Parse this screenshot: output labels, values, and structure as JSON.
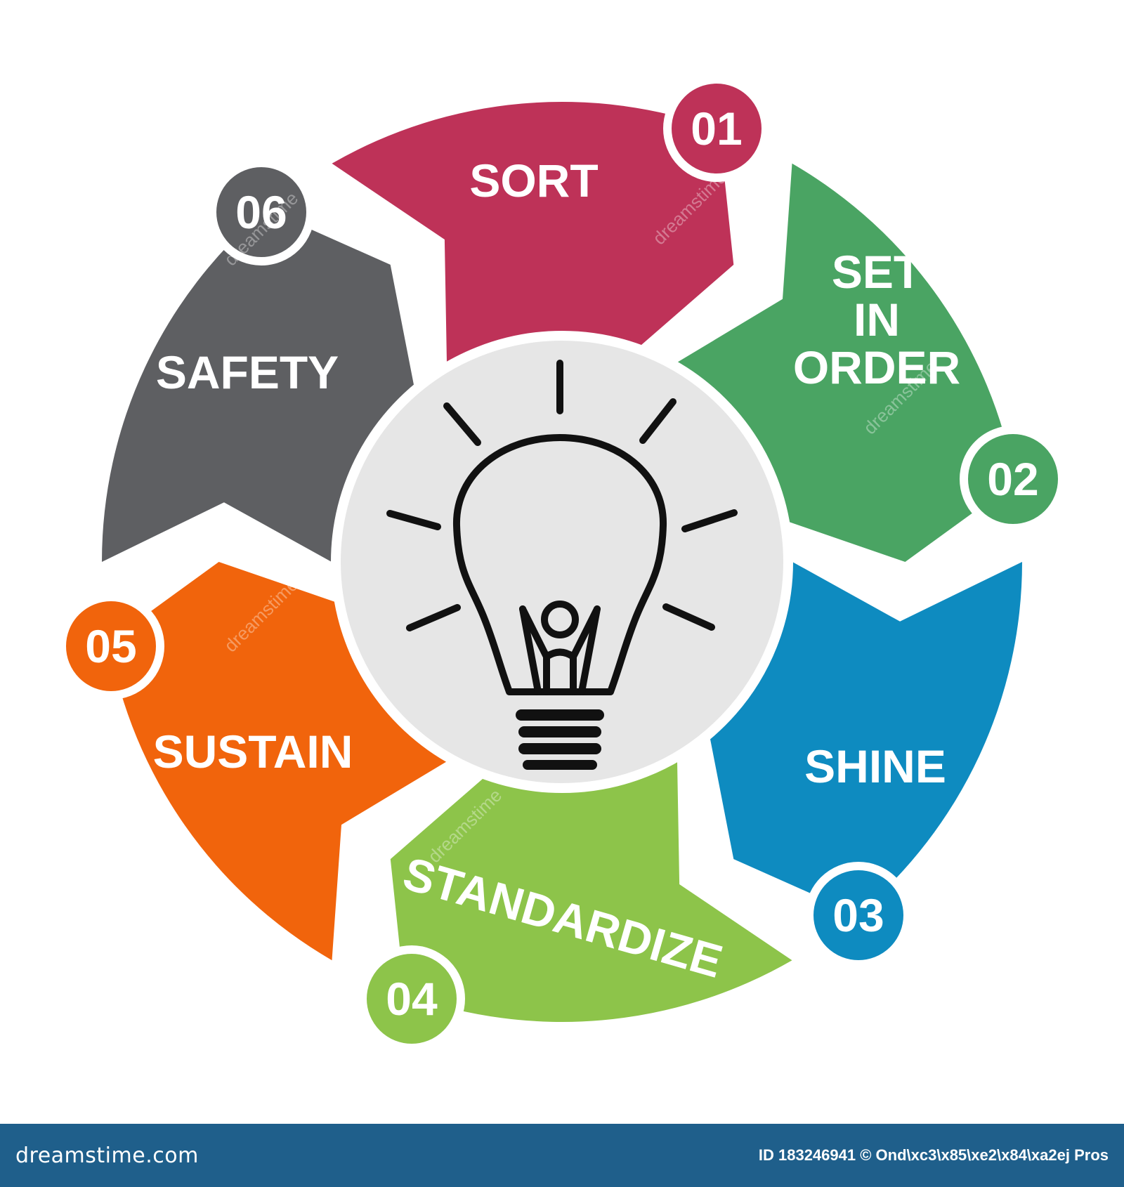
{
  "diagram": {
    "hub_icon": "lightbulb-with-person-icon",
    "hub_color": "#e6e6e6",
    "steps": [
      {
        "number": "01",
        "lines": [
          "SORT"
        ],
        "color": "#be3258"
      },
      {
        "number": "02",
        "lines": [
          "SET",
          "IN",
          "ORDER"
        ],
        "color": "#4aa463"
      },
      {
        "number": "03",
        "lines": [
          "SHINE"
        ],
        "color": "#0e8bc0"
      },
      {
        "number": "04",
        "lines": [
          "STANDARDIZE"
        ],
        "color": "#8dc44a"
      },
      {
        "number": "05",
        "lines": [
          "SUSTAIN"
        ],
        "color": "#f1640c"
      },
      {
        "number": "06",
        "lines": [
          "SAFETY"
        ],
        "color": "#5e5f62"
      }
    ]
  },
  "watermark": {
    "text": "dreamstime"
  },
  "footer": {
    "brand": "dreamstime.com",
    "credit": "ID 183246941 © Ond\\xc3\\x85\\xe2\\x84\\xa2ej Pros",
    "color": "#1f5f8b"
  }
}
